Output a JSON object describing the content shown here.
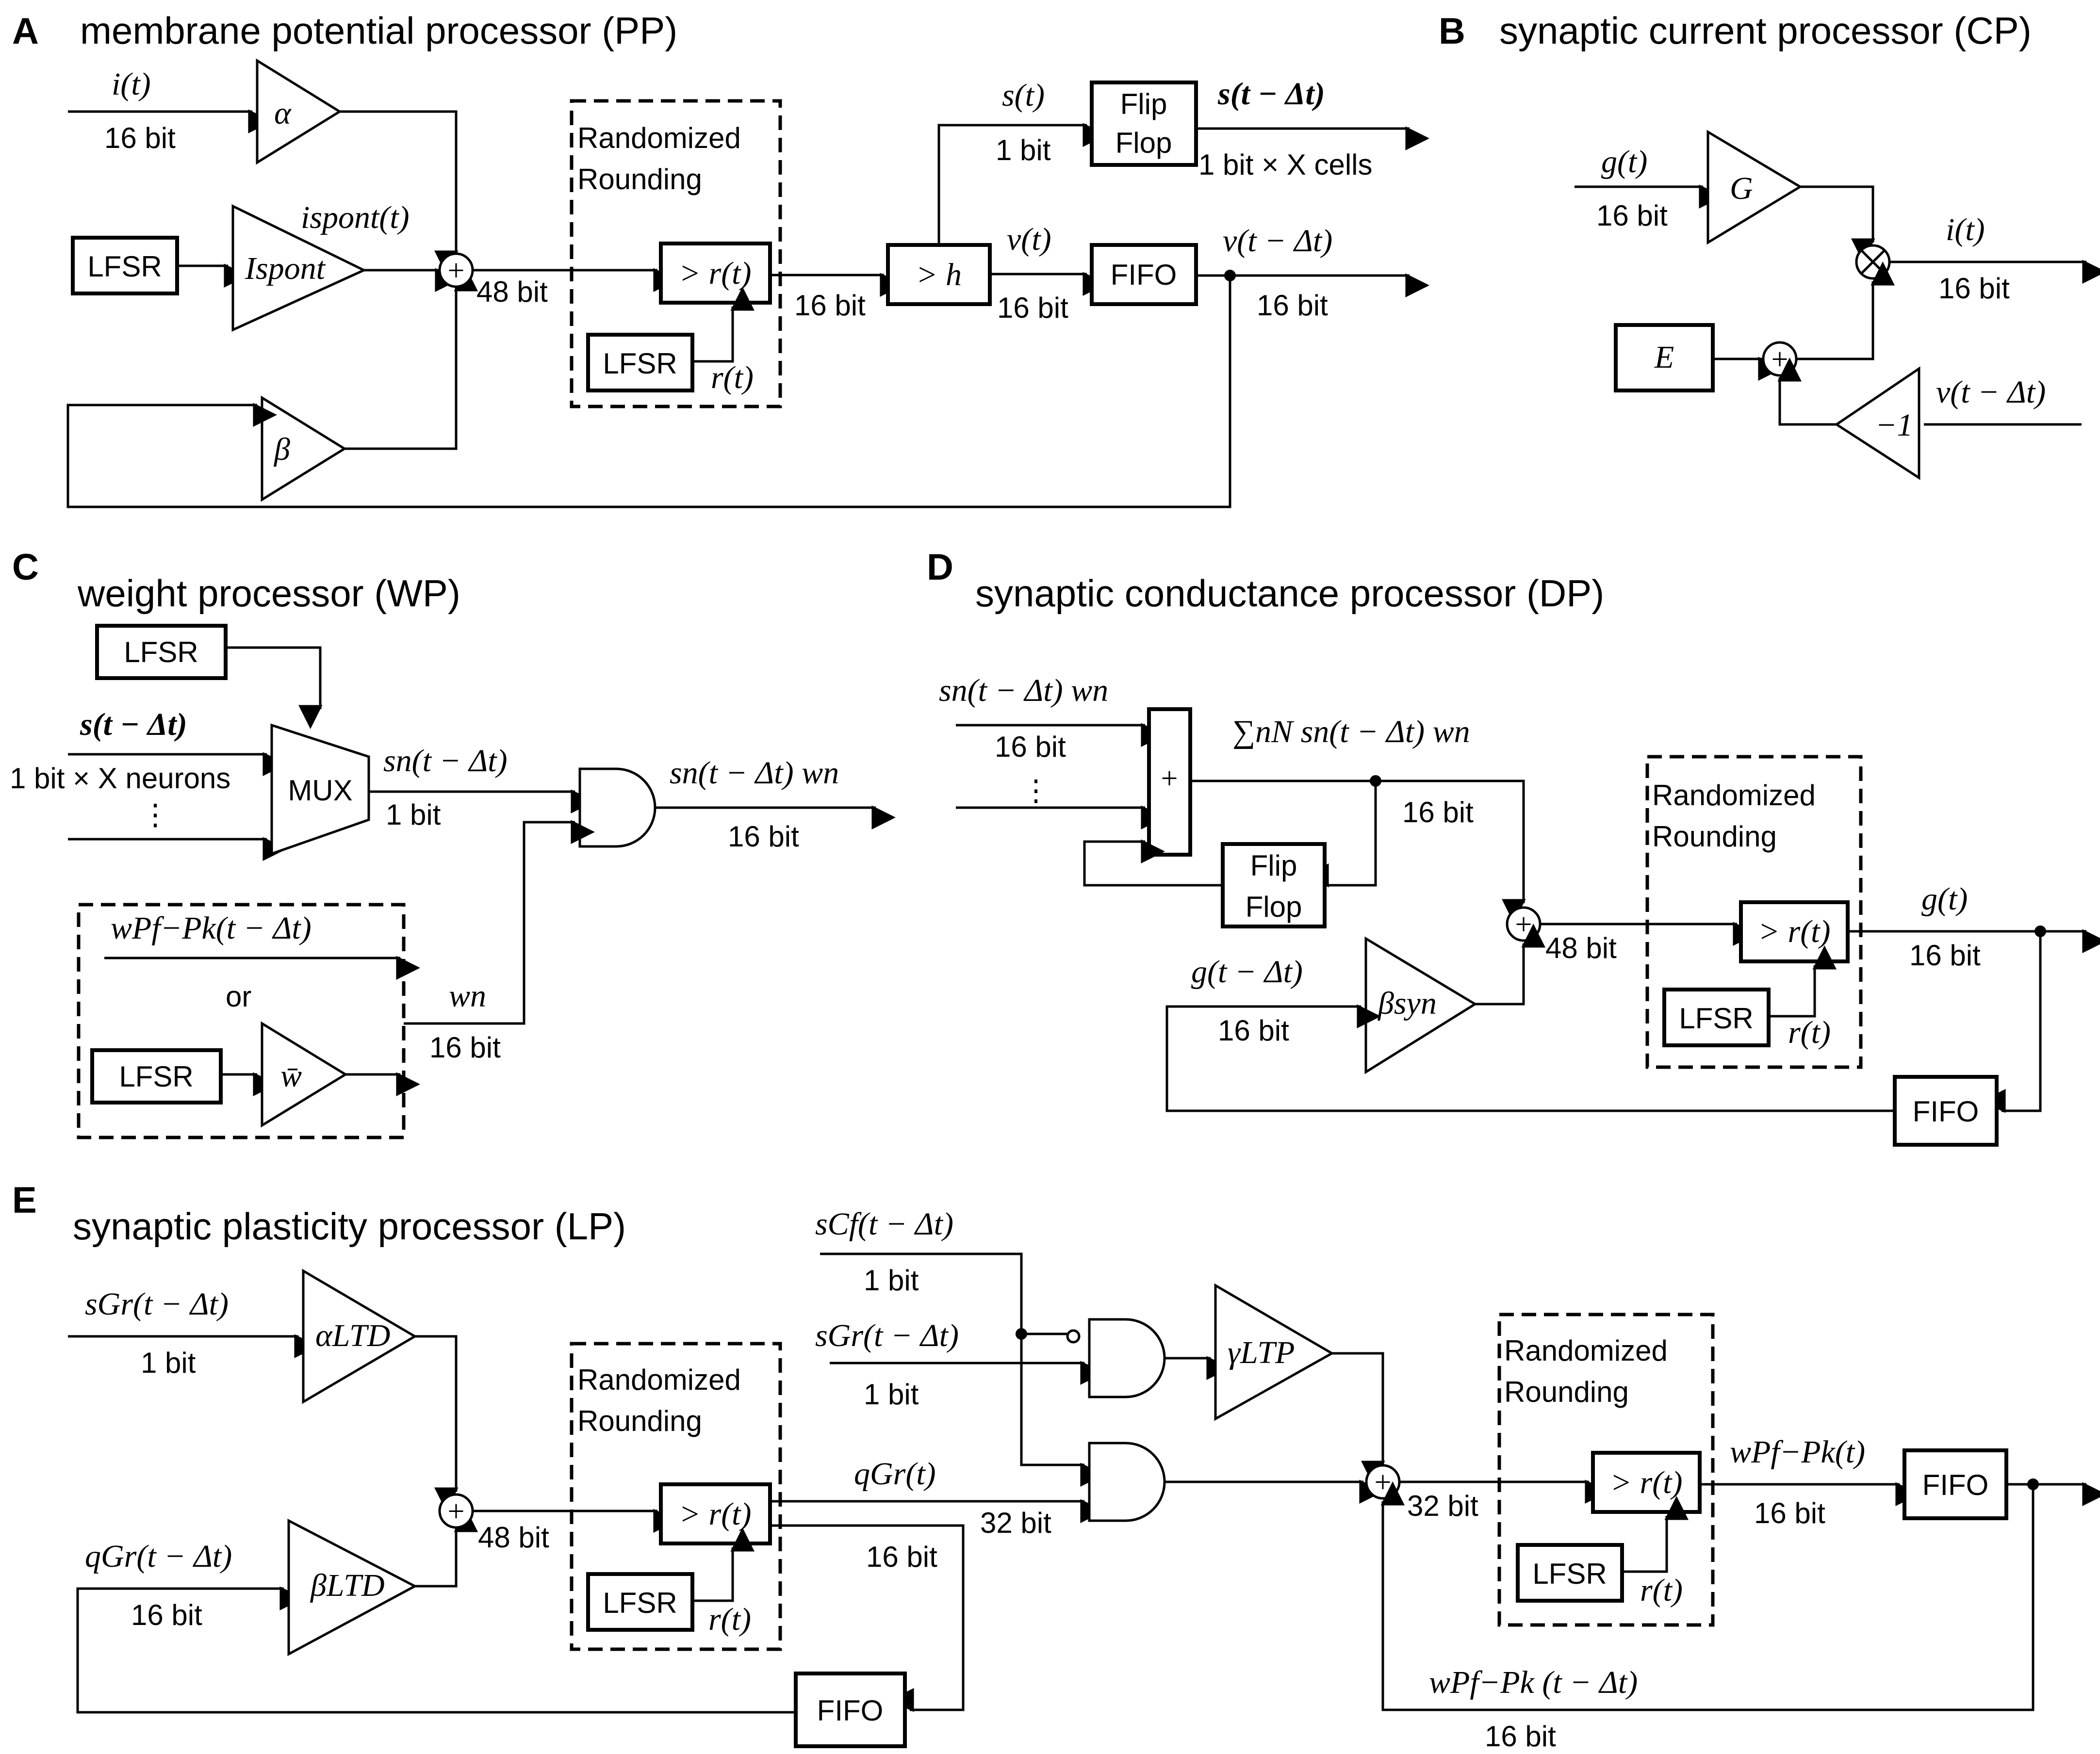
{
  "panels": {
    "A": {
      "letter": "A",
      "title": "membrane potential processor (PP)"
    },
    "B": {
      "letter": "B",
      "title": "synaptic current processor (CP)"
    },
    "C": {
      "letter": "C",
      "title": "weight processor (WP)"
    },
    "D": {
      "letter": "D",
      "title": "synaptic conductance processor (DP)"
    },
    "E": {
      "letter": "E",
      "title": "synaptic plasticity processor (LP)"
    }
  },
  "blocks": {
    "lfsr": "LFSR",
    "fifo": "FIFO",
    "flipflop_line1": "Flip",
    "flipflop_line2": "Flop",
    "mux": "MUX",
    "rr_line1": "Randomized",
    "rr_line2": "Rounding",
    "compare_r": "> r(t)",
    "compare_h": "> h",
    "or": "or",
    "ellipsis": "⋮",
    "plus": "+"
  },
  "gains": {
    "alpha": "α",
    "ispont": "Ispont",
    "beta": "β",
    "G": "G",
    "E": "E",
    "neg1": "−1",
    "wbar": "w̄",
    "beta_syn": "βsyn",
    "alpha_ltd": "αLTD",
    "beta_ltd": "βLTD",
    "gamma_ltp": "γLTP"
  },
  "signals": {
    "i_t": "i(t)",
    "ispont_t": "ispont(t)",
    "s_t": "s(t)",
    "v_t": "v(t)",
    "bold_s_dt": "s(t − Δt)",
    "v_dt": "v(t − Δt)",
    "r_t": "r(t)",
    "g_t": "g(t)",
    "sn_dt": "sn(t − Δt)",
    "sn_dt_wn": "sn(t − Δt) wn",
    "sum_sn_wn": "∑nN sn(t − Δt) wn",
    "w_pfpk_dt": "wPf−Pk(t − Δt)",
    "w_n": "wn",
    "g_dt": "g(t − Δt)",
    "sgr_dt": "sGr(t − Δt)",
    "qgr_dt": "qGr(t − Δt)",
    "scf_dt": "sCf(t − Δt)",
    "qgr_t": "qGr(t)",
    "w_pfpk_t": "wPf−Pk(t)",
    "w_pfpk_dt2": "wPf−Pk (t − Δt)"
  },
  "bits": {
    "b1": "1 bit",
    "b16": "16 bit",
    "b32": "32 bit",
    "b48": "48 bit",
    "b1_cells": "1 bit × X cells",
    "b1_neurons": "1 bit × X neurons"
  }
}
